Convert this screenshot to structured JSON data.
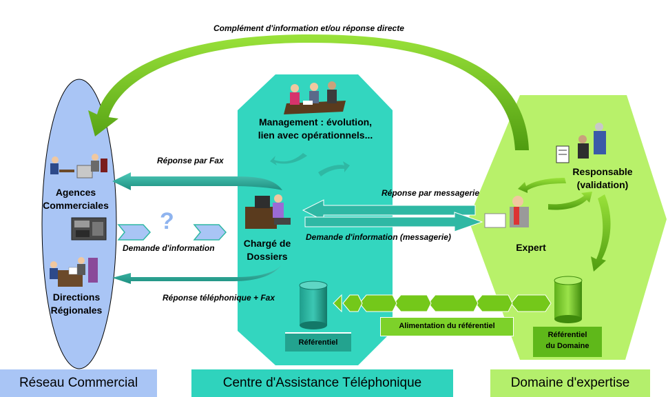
{
  "top_caption": "Complément d'information et/ou réponse directe",
  "sections": {
    "left": "Réseau Commercial",
    "center": "Centre d'Assistance Téléphonique",
    "right": "Domaine d'expertise"
  },
  "left_nodes": {
    "agences": "Agences\nCommerciales",
    "directions": "Directions\nRégionales"
  },
  "center_nodes": {
    "management": "Management : évolution,\nlien avec opérationnels...",
    "charge": "Chargé de\nDossiers",
    "referentiel": "Référentiel"
  },
  "right_nodes": {
    "responsable": "Responsable\n(validation)",
    "expert": "Expert",
    "referentiel_domaine": "Référentiel\ndu Domaine"
  },
  "flow_labels": {
    "reponse_fax": "Réponse par Fax",
    "demande_info": "Demande d'information",
    "reponse_tel": "Réponse téléphonique + Fax",
    "reponse_messagerie": "Réponse  par messagerie",
    "demande_messagerie": "Demande d'information (messagerie)",
    "alimentation": "Alimentation du référentiel"
  },
  "question_mark": "?",
  "colors": {
    "left_ellipse": "#a9c5f5",
    "center_shape": "#33d6bf",
    "right_shape": "#b8f16a",
    "teal_arrow": "#2fb8a4",
    "green_arrow": "#74c81a",
    "banner_left": "#a9c5f5",
    "banner_center": "#2fd3bd",
    "banner_right": "#b4ef6c"
  }
}
